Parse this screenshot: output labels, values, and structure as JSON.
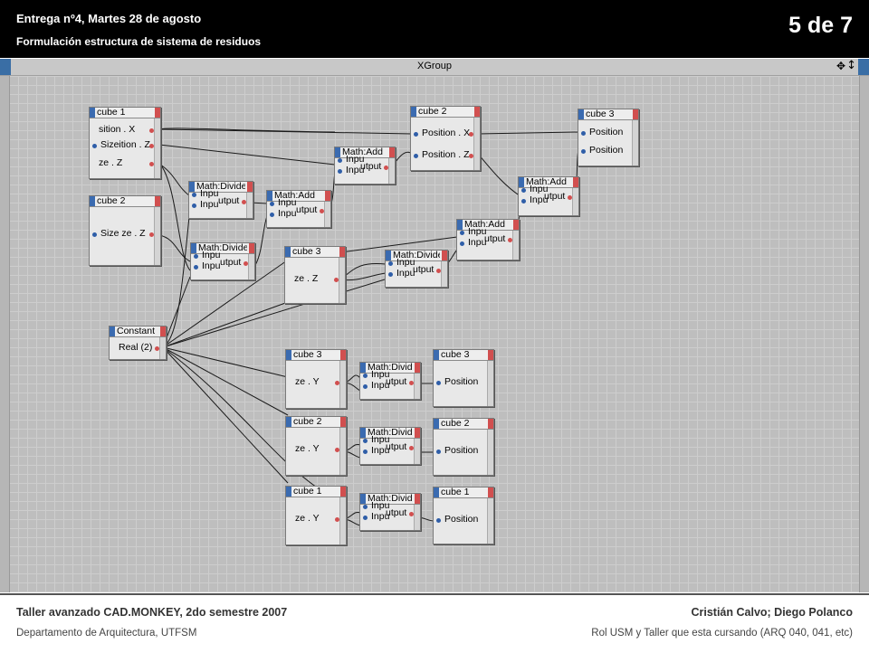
{
  "header": {
    "title": "Entrega nº4, Martes 28 de agosto",
    "subtitle": "Formulación estructura de sistema de residuos",
    "page": "5 de 7"
  },
  "window": {
    "title": "XGroup",
    "move_glyph": "✥",
    "arrow_glyph": "↕"
  },
  "footer": {
    "left_title": "Taller avanzado CAD.MONKEY, 2do semestre 2007",
    "left_sub": "Departamento de Arquitectura, UTFSM",
    "right_title": "Cristián Calvo; Diego Polanco",
    "right_sub": "Rol USM y Taller que esta cursando (ARQ 040, 041, etc)"
  },
  "nodes": [
    {
      "id": "n1",
      "title": "cube 1",
      "ports": [
        {
          "label": "sition . X",
          "in": false,
          "out": true
        },
        {
          "label": "Sizeition . Z",
          "in": true,
          "out": true
        },
        {
          "label": "ze . Z",
          "in": false,
          "out": true
        }
      ]
    },
    {
      "id": "n2",
      "title": "cube 2",
      "ports": [
        {
          "label": "Size ze . Z",
          "in": true,
          "out": true
        }
      ]
    },
    {
      "id": "n3",
      "title": "Math:Divide",
      "ports": [
        {
          "label": "Inpu",
          "in": true,
          "out": false
        },
        {
          "label": "Inpu",
          "in": true,
          "out": false
        },
        {
          "label": "utput",
          "in": false,
          "out": true
        }
      ]
    },
    {
      "id": "n4",
      "title": "Math:Divide",
      "ports": [
        {
          "label": "Inpu",
          "in": true,
          "out": false
        },
        {
          "label": "Inpu",
          "in": true,
          "out": false
        },
        {
          "label": "utput",
          "in": false,
          "out": true
        }
      ]
    },
    {
      "id": "n5",
      "title": "Math:Add",
      "ports": [
        {
          "label": "Inpu",
          "in": true,
          "out": false
        },
        {
          "label": "Inpu",
          "in": true,
          "out": false
        },
        {
          "label": "utput",
          "in": false,
          "out": true
        }
      ]
    },
    {
      "id": "n6",
      "title": "Math:Add",
      "ports": [
        {
          "label": "Inpu",
          "in": true,
          "out": false
        },
        {
          "label": "Inpu",
          "in": true,
          "out": false
        },
        {
          "label": "utput",
          "in": false,
          "out": true
        }
      ]
    },
    {
      "id": "n7",
      "title": "cube 2",
      "ports": [
        {
          "label": "Position . X",
          "in": true,
          "out": true
        },
        {
          "label": "Position . Z",
          "in": true,
          "out": true
        }
      ]
    },
    {
      "id": "n8",
      "title": "cube 3",
      "ports": [
        {
          "label": "Position",
          "in": true,
          "out": false
        },
        {
          "label": "Position",
          "in": true,
          "out": false
        }
      ]
    },
    {
      "id": "n9",
      "title": "Math:Add",
      "ports": [
        {
          "label": "Inpu",
          "in": true,
          "out": false
        },
        {
          "label": "Inpu",
          "in": true,
          "out": false
        },
        {
          "label": "utput",
          "in": false,
          "out": true
        }
      ]
    },
    {
      "id": "n10",
      "title": "cube 3",
      "ports": [
        {
          "label": "ze . Z",
          "in": false,
          "out": true
        }
      ]
    },
    {
      "id": "n11",
      "title": "Math:Divide",
      "ports": [
        {
          "label": "Inpu",
          "in": true,
          "out": false
        },
        {
          "label": "Inpu",
          "in": true,
          "out": false
        },
        {
          "label": "utput",
          "in": false,
          "out": true
        }
      ]
    },
    {
      "id": "n12",
      "title": "Math:Add",
      "ports": [
        {
          "label": "Inpu",
          "in": true,
          "out": false
        },
        {
          "label": "Inpu",
          "in": true,
          "out": false
        },
        {
          "label": "utput",
          "in": false,
          "out": true
        }
      ]
    },
    {
      "id": "n13",
      "title": "Constant",
      "ports": [
        {
          "label": "Real (2)",
          "in": false,
          "out": true
        }
      ]
    },
    {
      "id": "n14",
      "title": "cube 3",
      "ports": [
        {
          "label": "ze . Y",
          "in": false,
          "out": true
        }
      ]
    },
    {
      "id": "n15",
      "title": "Math:Divide",
      "ports": [
        {
          "label": "Inpu",
          "in": true,
          "out": false
        },
        {
          "label": "Inpu",
          "in": true,
          "out": false
        },
        {
          "label": "utput",
          "in": false,
          "out": true
        }
      ]
    },
    {
      "id": "n16",
      "title": "cube 3",
      "ports": [
        {
          "label": "Position",
          "in": true,
          "out": false
        }
      ]
    },
    {
      "id": "n17",
      "title": "cube 2",
      "ports": [
        {
          "label": "ze . Y",
          "in": false,
          "out": true
        }
      ]
    },
    {
      "id": "n18",
      "title": "Math:Divide",
      "ports": [
        {
          "label": "Inpu",
          "in": true,
          "out": false
        },
        {
          "label": "Inpu",
          "in": true,
          "out": false
        },
        {
          "label": "utput",
          "in": false,
          "out": true
        }
      ]
    },
    {
      "id": "n19",
      "title": "cube 2",
      "ports": [
        {
          "label": "Position",
          "in": true,
          "out": false
        }
      ]
    },
    {
      "id": "n20",
      "title": "cube 1",
      "ports": [
        {
          "label": "ze . Y",
          "in": false,
          "out": true
        }
      ]
    },
    {
      "id": "n21",
      "title": "Math:Divide",
      "ports": [
        {
          "label": "Inpu",
          "in": true,
          "out": false
        },
        {
          "label": "Inpu",
          "in": true,
          "out": false
        },
        {
          "label": "utput",
          "in": false,
          "out": true
        }
      ]
    },
    {
      "id": "n22",
      "title": "cube 1",
      "ports": [
        {
          "label": "Position",
          "in": true,
          "out": false
        }
      ]
    }
  ]
}
